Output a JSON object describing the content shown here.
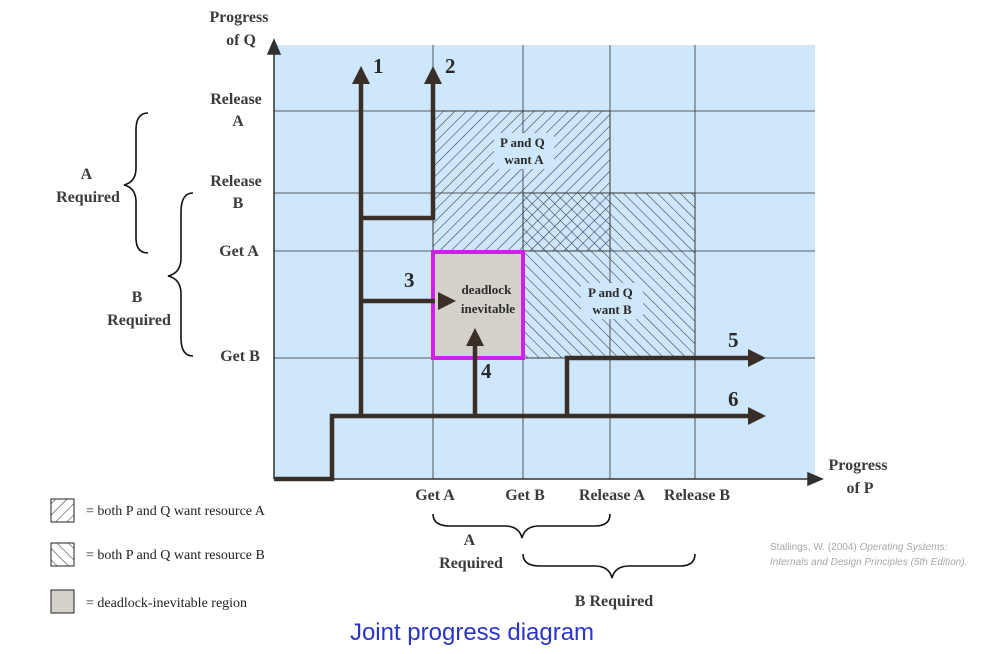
{
  "axes": {
    "y_title": [
      "Progress",
      "of Q"
    ],
    "x_title": [
      "Progress",
      "of P"
    ],
    "y_labels": {
      "release_a": [
        "Release",
        "A"
      ],
      "release_b": [
        "Release",
        "B"
      ],
      "get_a": "Get A",
      "get_b": "Get B"
    },
    "x_labels": {
      "get_a": "Get A",
      "get_b": "Get B",
      "release_a": "Release A",
      "release_b": "Release B"
    }
  },
  "braces": {
    "left_a": [
      "A",
      "Required"
    ],
    "left_b": [
      "B",
      "Required"
    ],
    "bottom_a": [
      "A",
      "Required"
    ],
    "bottom_b": "B Required"
  },
  "regions": {
    "pq_want_a": [
      "P and Q",
      "want A"
    ],
    "pq_want_b": [
      "P and Q",
      "want B"
    ],
    "deadlock": [
      "deadlock",
      "inevitable"
    ]
  },
  "paths": [
    "1",
    "2",
    "3",
    "4",
    "5",
    "6"
  ],
  "legend": [
    {
      "pattern": "hatch-a",
      "label": "= both P and Q want resource A"
    },
    {
      "pattern": "hatch-b",
      "label": "= both P and Q want resource B"
    },
    {
      "pattern": "deadlock",
      "label": "= deadlock-inevitable region"
    }
  ],
  "citation": [
    "Stallings, W. (2004) ",
    "Operating Systems:",
    "Internals and Design Principles (5th Edition)."
  ],
  "caption": "Joint progress diagram",
  "colors": {
    "plot_bg": "#cfe7fa",
    "path": "#3a2f26",
    "deadlock_border": "#d21ee8",
    "deadlock_fill": "#d4d1cb",
    "caption": "#2a35c8"
  }
}
